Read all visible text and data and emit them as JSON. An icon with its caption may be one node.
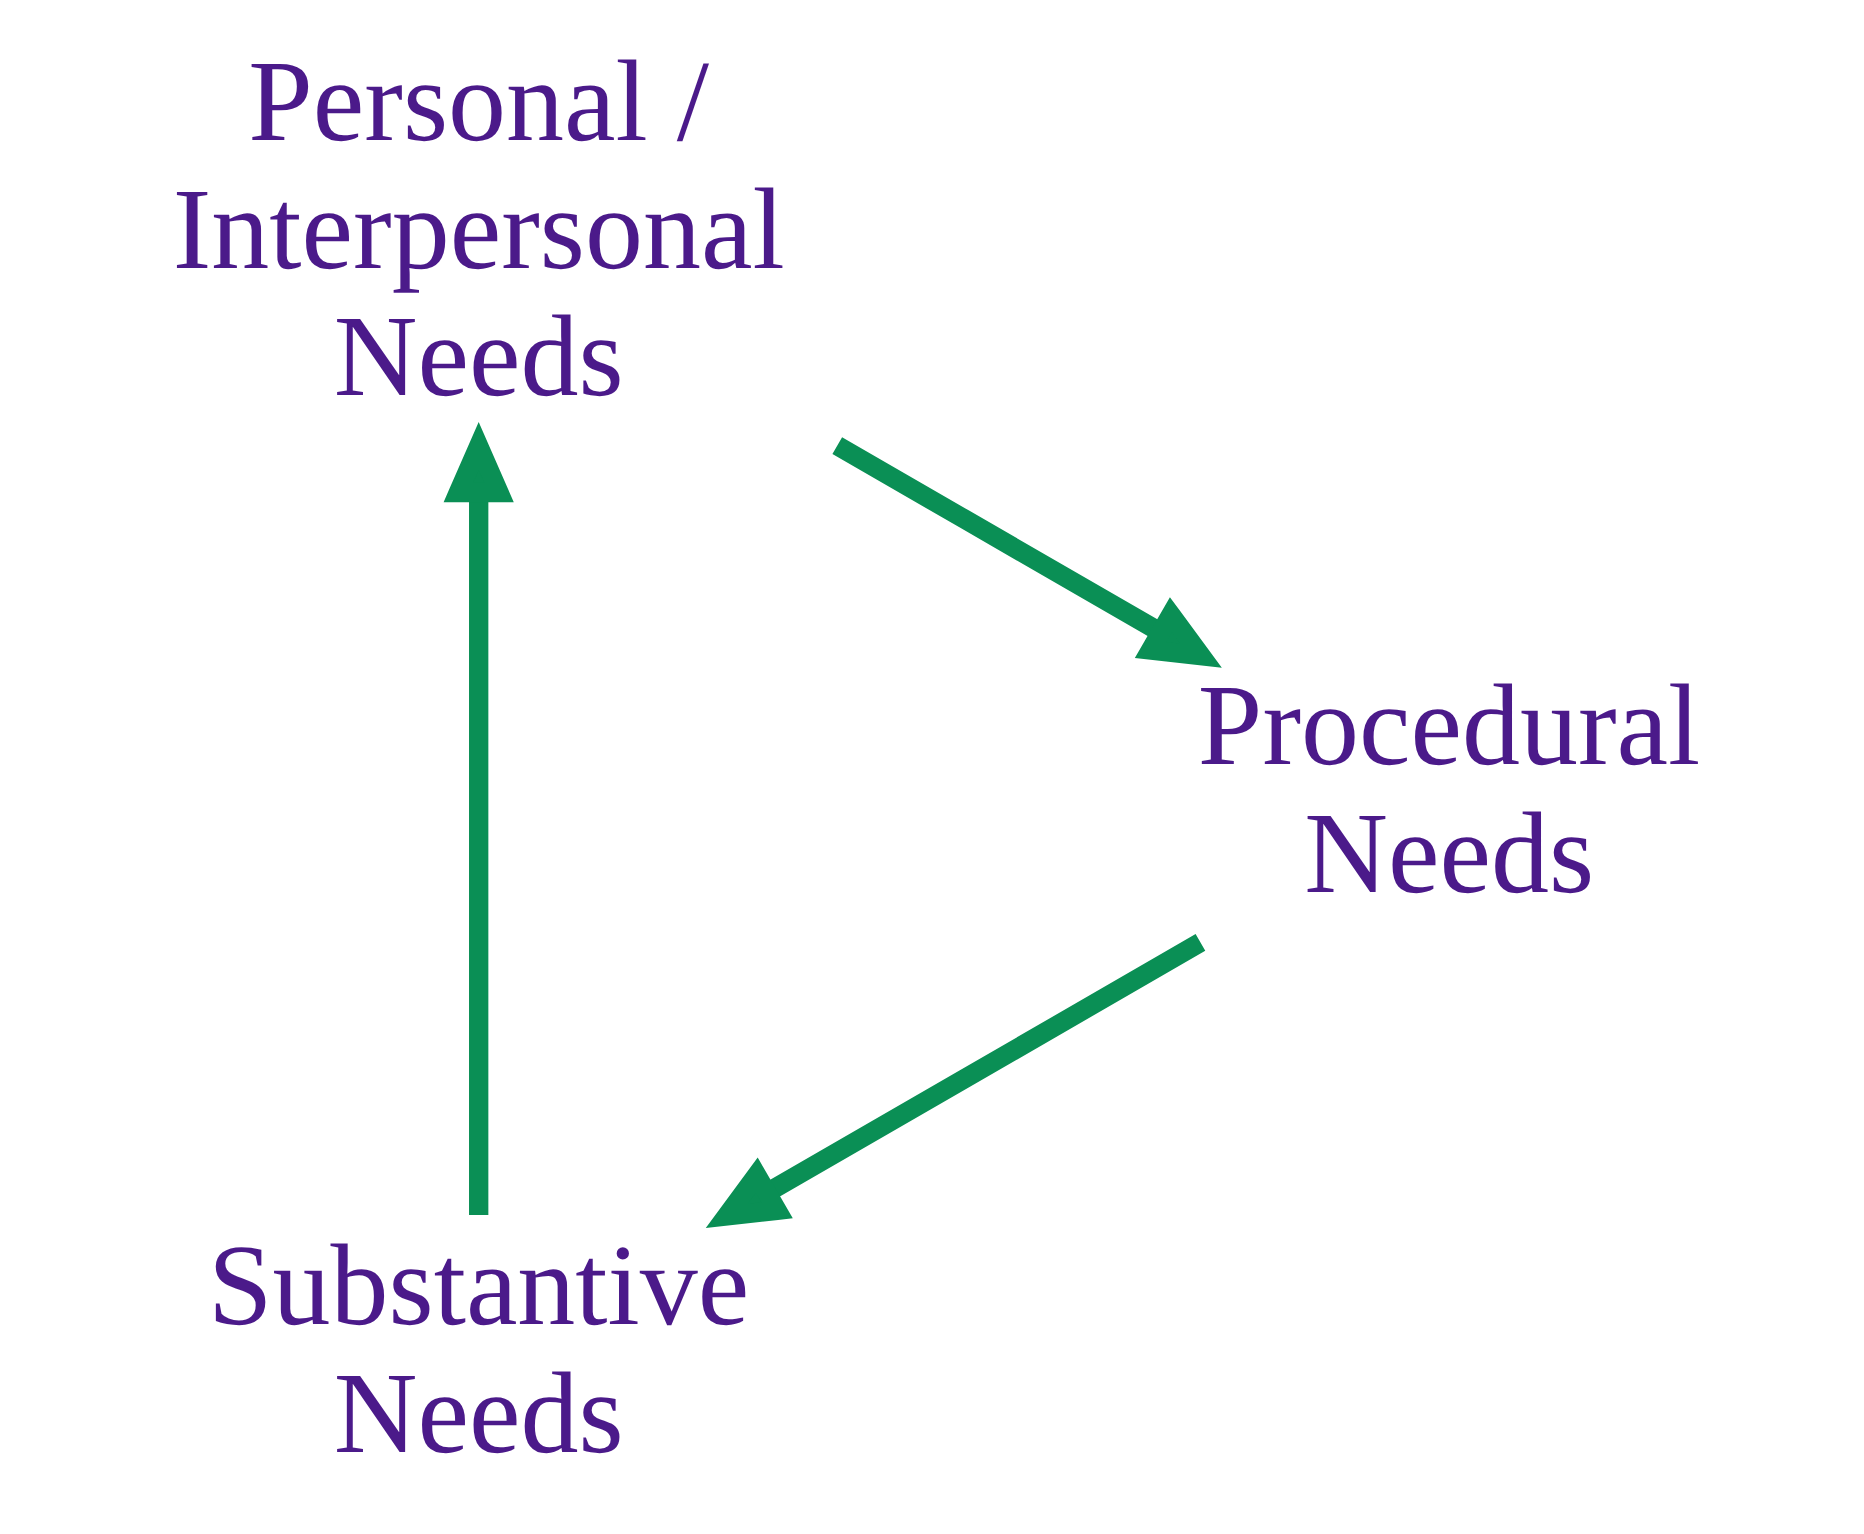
{
  "diagram": {
    "nodes": [
      {
        "text": [
          "Substantive Needs"
        ]
      },
      {
        "text": [
          "Personal / Interpersonal Needs"
        ]
      },
      {
        "text": [
          "Procedural Needs"
        ]
      }
    ],
    "edges": [
      {
        "from": 2,
        "to": 0,
        "arrow": "to"
      },
      {
        "from": 0,
        "to": 1,
        "arrow": "to"
      },
      {
        "from": 1,
        "to": 2,
        "arrow": "to"
      }
    ]
  }
}
